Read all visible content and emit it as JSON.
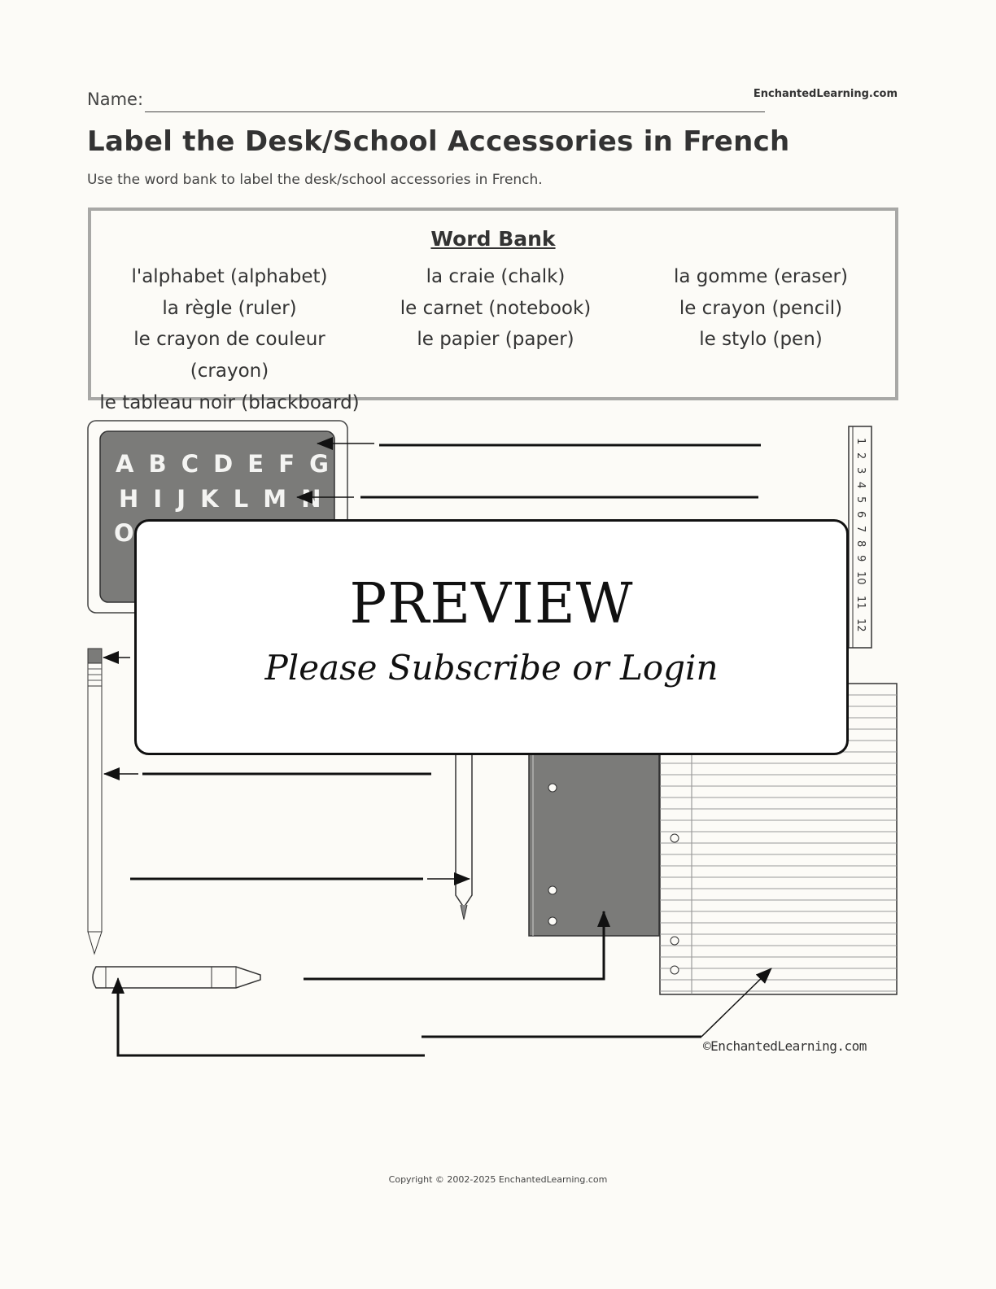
{
  "header": {
    "name_label": "Name:",
    "brand": "EnchantedLearning.com",
    "title": "Label the Desk/School Accessories in French",
    "instructions": "Use the word bank to label the desk/school accessories in French."
  },
  "word_bank": {
    "title": "Word Bank",
    "columns": [
      [
        "l'alphabet (alphabet)",
        "la règle (ruler)",
        "le crayon de couleur (crayon)",
        "le tableau noir (blackboard)"
      ],
      [
        "la craie (chalk)",
        "le carnet (notebook)",
        "le papier (paper)"
      ],
      [
        "la gomme (eraser)",
        "le crayon (pencil)",
        "le stylo (pen)"
      ]
    ]
  },
  "illustration": {
    "chalkboard_rows": [
      "A B C D E F G",
      "H I J K L M N",
      "O"
    ],
    "ruler_numbers": [
      "1",
      "2",
      "3",
      "4",
      "5",
      "6",
      "7",
      "8",
      "9",
      "10",
      "11",
      "12"
    ],
    "copyright": "©EnchantedLearning.com"
  },
  "preview": {
    "title": "PREVIEW",
    "subtitle": "Please Subscribe or Login"
  },
  "footer": {
    "copyright": "Copyright © 2002-2025 EnchantedLearning.com"
  }
}
